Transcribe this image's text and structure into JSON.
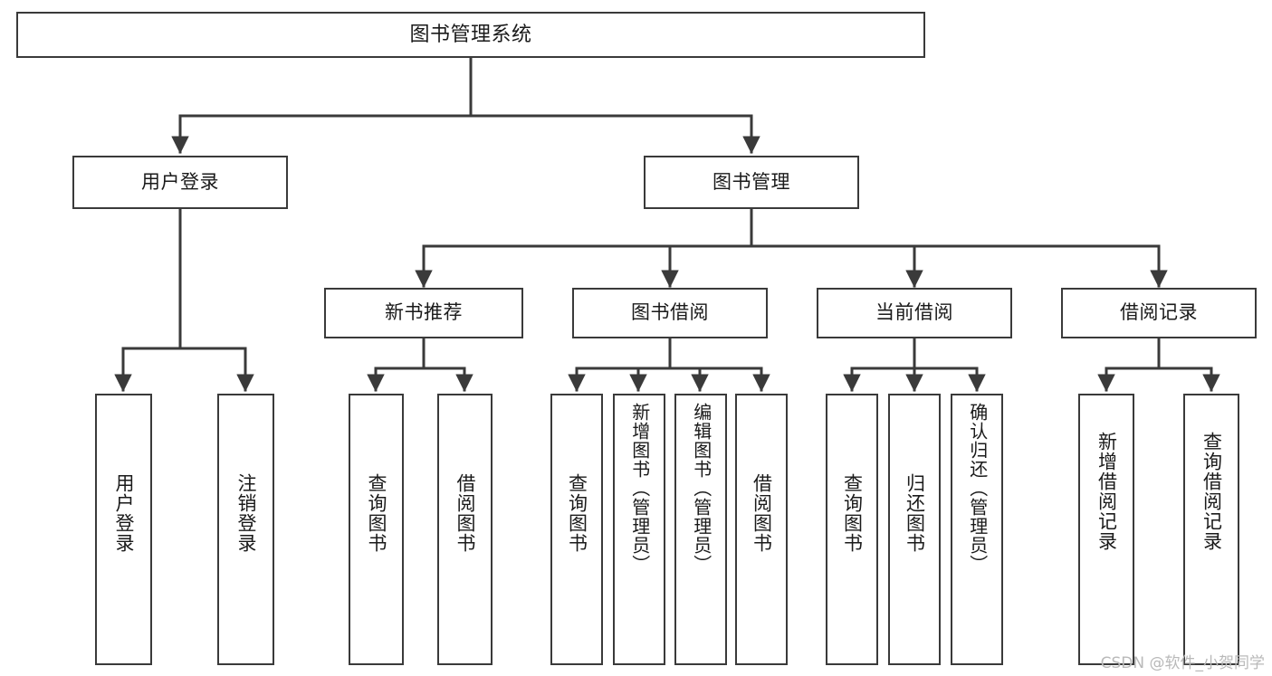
{
  "diagram": {
    "title": "图书管理系统",
    "type": "tree-hierarchy-chart",
    "root": {
      "label": "图书管理系统"
    },
    "level1": [
      {
        "label": "用户登录"
      },
      {
        "label": "图书管理"
      }
    ],
    "level2": [
      {
        "label": "新书推荐"
      },
      {
        "label": "图书借阅"
      },
      {
        "label": "当前借阅"
      },
      {
        "label": "借阅记录"
      }
    ],
    "leaves": {
      "user_login": [
        {
          "label": "用户登录"
        },
        {
          "label": "注销登录"
        }
      ],
      "new_book_recommend": [
        {
          "label": "查询图书"
        },
        {
          "label": "借阅图书"
        }
      ],
      "book_borrow": [
        {
          "label": "查询图书"
        },
        {
          "label": "新增图书（管理员）"
        },
        {
          "label": "编辑图书（管理员）"
        },
        {
          "label": "借阅图书"
        }
      ],
      "current_borrow": [
        {
          "label": "查询图书"
        },
        {
          "label": "归还图书"
        },
        {
          "label": "确认归还（管理员）"
        }
      ],
      "borrow_record": [
        {
          "label": "新增借阅记录"
        },
        {
          "label": "查询借阅记录"
        }
      ]
    }
  },
  "watermark": {
    "text": "CSDN @软件_小贺同学"
  },
  "colors": {
    "stroke": "#3a3a3a",
    "text": "#1a1a1a",
    "background": "#ffffff",
    "watermark": "#b9b9b9"
  }
}
